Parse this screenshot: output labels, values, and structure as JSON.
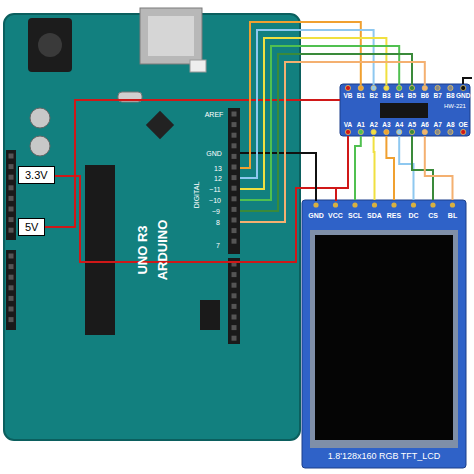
{
  "diagram": {
    "nodes": [
      {
        "text": [
          "HW-221"
        ]
      },
      {
        "text": [
          "3.3V"
        ]
      },
      {
        "text": [
          "1.8'128x160 RGB TFT_LCD"
        ]
      },
      {
        "text": [
          "5V"
        ]
      }
    ],
    "edges": [
      {
        "from": 0,
        "to": 2,
        "arrow": "none"
      },
      {
        "from": 0,
        "to": 2,
        "arrow": "none"
      },
      {
        "from": 0,
        "to": 2,
        "arrow": "none"
      },
      {
        "from": 0,
        "to": 2,
        "arrow": "none"
      },
      {
        "from": 0,
        "to": 2,
        "arrow": "none"
      },
      {
        "from": 0,
        "to": 2,
        "arrow": "none"
      }
    ],
    "labels": [
      "AREF",
      "GND",
      "13",
      "12",
      "~11",
      "~10",
      "~9",
      "8",
      "7",
      "DIGITAL",
      "UNO R3",
      "ARDUINO",
      "VB",
      "B1",
      "B2",
      "B3",
      "B4",
      "B5",
      "B6",
      "B7",
      "B8",
      "GND",
      "VA",
      "A1",
      "A2",
      "A3",
      "A4",
      "A5",
      "A6",
      "A7",
      "A8",
      "OE",
      "GND",
      "VCC",
      "SCL",
      "SDA",
      "RES",
      "DC",
      "CS",
      "BL"
    ]
  }
}
